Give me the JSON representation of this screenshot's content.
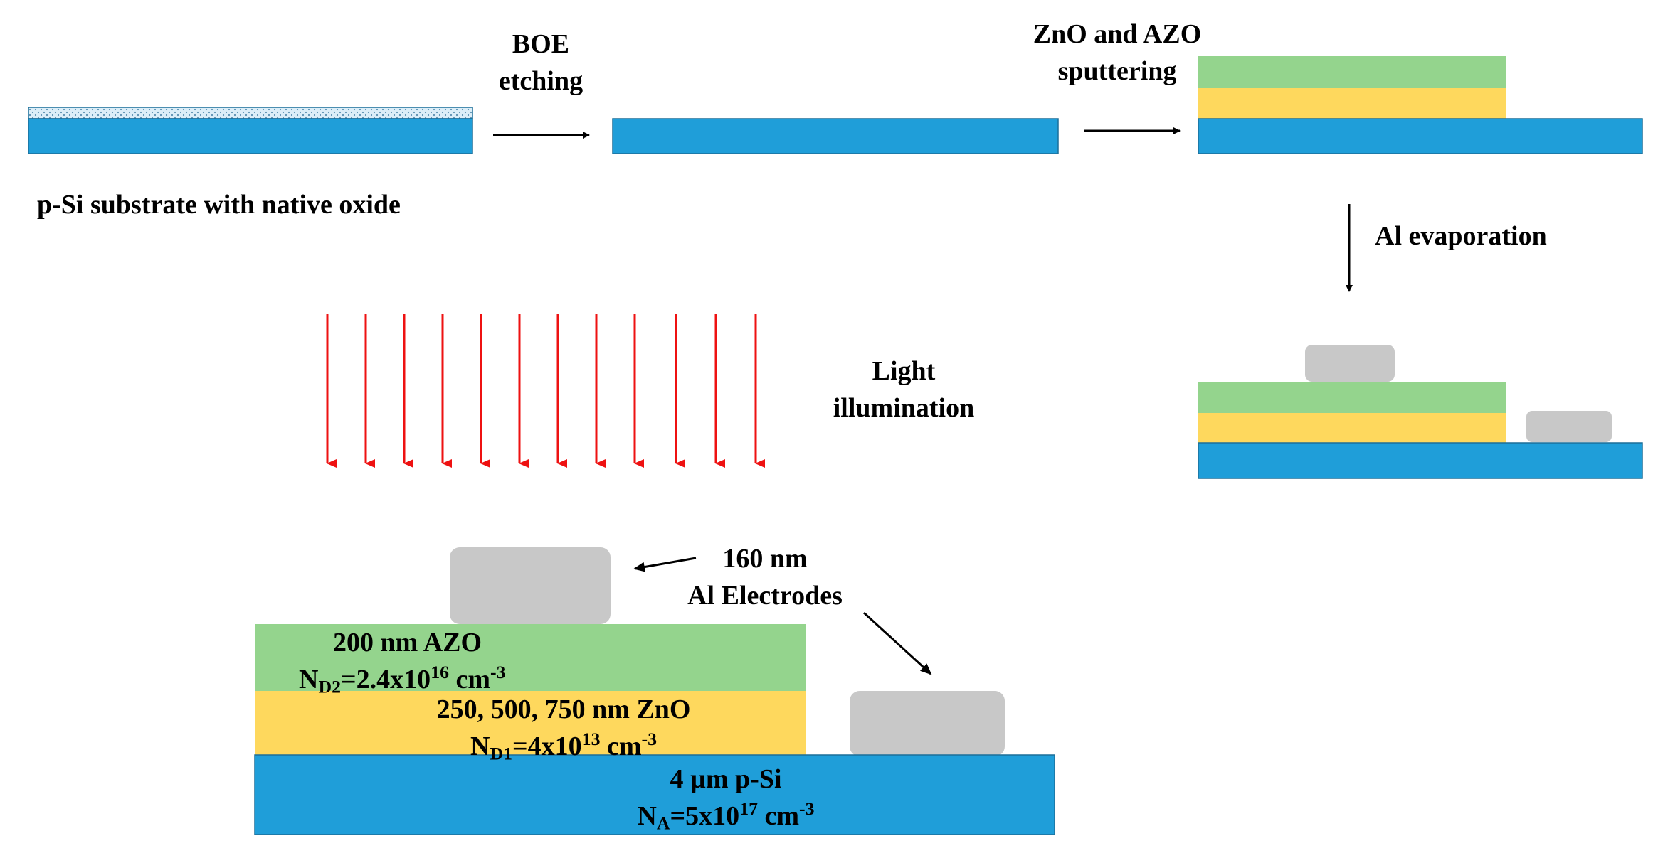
{
  "colors": {
    "silicon": "#1f9ed9",
    "zno": "#fed85d",
    "azo": "#94d48d",
    "aluminum": "#c8c8c8",
    "oxide": "#dceef8",
    "light": "#ee1111",
    "arrow": "#000000"
  },
  "labels": {
    "substrate": "p-Si substrate with native oxide",
    "boe_line1": "BOE",
    "boe_line2": "etching",
    "sputter_line1": "ZnO and AZO",
    "sputter_line2": "sputtering",
    "evaporation": "Al evaporation",
    "light_line1": "Light",
    "light_line2": "illumination",
    "electrode_line1": "160 nm",
    "electrode_line2": "Al Electrodes"
  },
  "layers": {
    "azo_title": "200 nm AZO",
    "azo_sym": "N",
    "azo_sub": "D2",
    "azo_eq": "=2.4x10",
    "azo_exp": "16",
    "azo_unit": " cm",
    "azo_unit_exp": "-3",
    "zno_title": "250, 500, 750 nm ZnO",
    "zno_sym": "N",
    "zno_sub": "D1",
    "zno_eq": "=4x10",
    "zno_exp": "13",
    "zno_unit": " cm",
    "zno_unit_exp": "-3",
    "si_title": "4 µm p-Si",
    "si_sym": "N",
    "si_sub": "A",
    "si_eq": "=5x10",
    "si_exp": "17",
    "si_unit": " cm",
    "si_unit_exp": "-3"
  }
}
